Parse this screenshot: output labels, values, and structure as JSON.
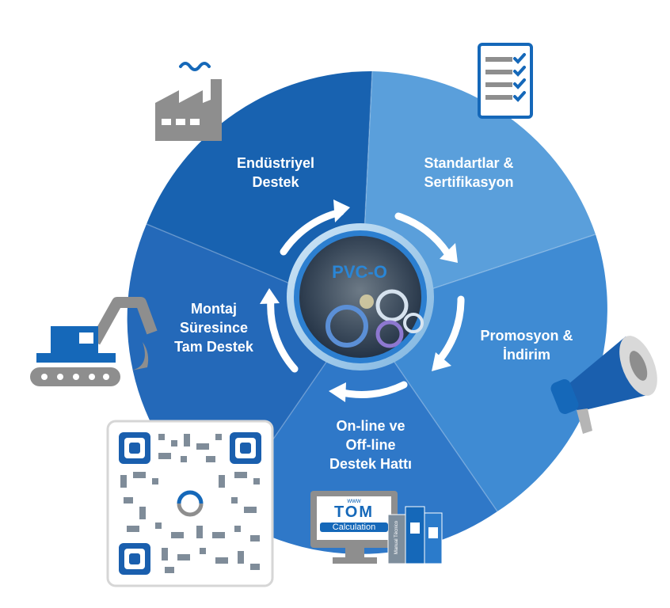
{
  "colors": {
    "segment_dark": "#1565b4",
    "segment_mid": "#2f7ccc",
    "segment_light": "#4e9ad9",
    "segment_lighter": "#3f8cd2",
    "icon_gray": "#8e8e8e",
    "icon_blue": "#1568b9",
    "text_white": "#ffffff"
  },
  "hub": {
    "label": "PVC-O"
  },
  "segments": [
    {
      "lines": [
        "Endüstriyel",
        "Destek"
      ],
      "icon": "factory-icon"
    },
    {
      "lines": [
        "Standartlar &",
        "Sertifikasyon"
      ],
      "icon": "checklist-icon"
    },
    {
      "lines": [
        "Promosyon &",
        "İndirim"
      ],
      "icon": "megaphone-icon"
    },
    {
      "lines": [
        "On-line ve",
        "Off-line",
        "Destek Hattı"
      ],
      "icon": "computer-binders-icon"
    },
    {
      "lines": [
        "Montaj",
        "Süresince",
        "Tam Destek"
      ],
      "icon": "excavator-icon"
    }
  ],
  "computer_screen": {
    "prefix": "www",
    "brand": "TOM",
    "product": "Calculation"
  },
  "binder_label": "Manual Técnico",
  "qr_code": {
    "icon": "qr-code-icon"
  }
}
